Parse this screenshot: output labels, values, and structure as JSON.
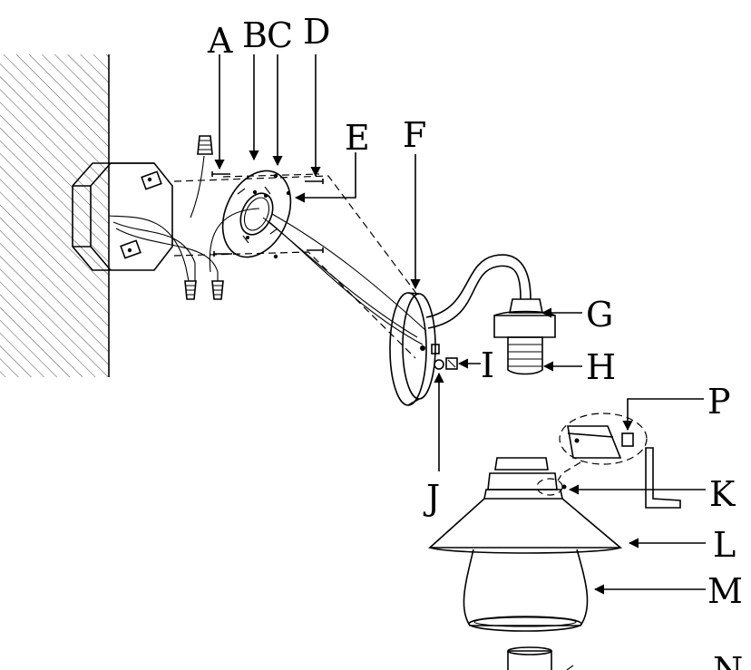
{
  "labels": {
    "A": "A",
    "B": "B",
    "C": "C",
    "D": "D",
    "E": "E",
    "F": "F",
    "G": "G",
    "H": "H",
    "I": "I",
    "J": "J",
    "K": "K",
    "L": "L",
    "M": "M",
    "N": "N",
    "P": "P"
  }
}
